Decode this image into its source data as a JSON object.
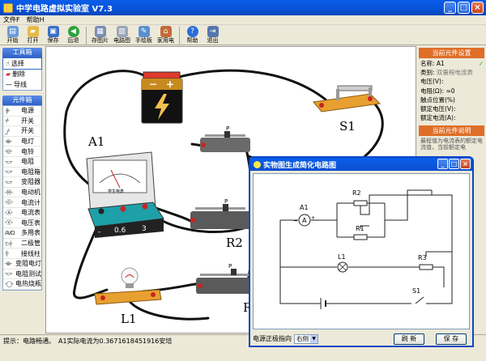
{
  "window": {
    "title": "中学电路虚拟实验室 V7.3",
    "min": "_",
    "max": "□",
    "close": "×"
  },
  "menu": [
    "文件F",
    "帮助H"
  ],
  "toolbar": [
    {
      "label": "开始",
      "icon": "new-file-icon",
      "color": "#6A9AD8"
    },
    {
      "label": "打开",
      "icon": "open-folder-icon",
      "color": "#E8B84A"
    },
    {
      "label": "保存",
      "icon": "save-disk-icon",
      "color": "#3B6FC8"
    },
    {
      "label": "后退",
      "icon": "back-arrow-icon",
      "color": "#2FA33F"
    },
    {
      "label": "存图片",
      "icon": "picture-icon",
      "color": "#7A8EB5"
    },
    {
      "label": "电路图",
      "icon": "circuit-diagram-icon",
      "color": "#9AA5B8"
    },
    {
      "label": "手绘板",
      "icon": "drawing-board-icon",
      "color": "#5B8FD1"
    },
    {
      "label": "家用电",
      "icon": "household-icon",
      "color": "#C46A3A"
    },
    {
      "label": "帮助",
      "icon": "help-icon",
      "color": "#2B6CD9"
    },
    {
      "label": "退出",
      "icon": "exit-icon",
      "color": "#5577AA"
    }
  ],
  "toolbox": {
    "title": "工具箱",
    "items": [
      {
        "label": "选择",
        "icon": "hand-pointer-icon"
      },
      {
        "label": "删除",
        "icon": "eraser-icon"
      },
      {
        "label": "导线",
        "icon": "wire-icon"
      }
    ]
  },
  "components": {
    "title": "元件箱",
    "items": [
      {
        "label": "电源",
        "sym": "-|I-"
      },
      {
        "label": "开关",
        "sym": "-/-"
      },
      {
        "label": "开关",
        "sym": "_/-"
      },
      {
        "label": "电灯",
        "sym": "-⊗-"
      },
      {
        "label": "电铃",
        "sym": "-◎-"
      },
      {
        "label": "电阻",
        "sym": "-▭-"
      },
      {
        "label": "电阻箱",
        "sym": "-▭-"
      },
      {
        "label": "变阻器",
        "sym": "-▭-"
      },
      {
        "label": "电动机",
        "sym": "-Ⓜ-"
      },
      {
        "label": "电流计",
        "sym": "-Ⓖ-"
      },
      {
        "label": "电流表",
        "sym": "-Ⓐ-"
      },
      {
        "label": "电压表",
        "sym": "-Ⓥ-"
      },
      {
        "label": "多用表",
        "sym": "AVΩ"
      },
      {
        "label": "二极管",
        "sym": "-▷|-"
      },
      {
        "label": "接线柱",
        "sym": "-|-"
      },
      {
        "label": "变阻电灯",
        "sym": "-⊗-"
      },
      {
        "label": "电阻测试",
        "sym": "-▭-"
      },
      {
        "label": "电热烧瓶",
        "sym": "-◯-"
      }
    ]
  },
  "canvas": {
    "labels": {
      "ammeter": "A1",
      "r2": "R2",
      "l1": "L1",
      "s1": "S1",
      "r_partial": "R",
      "p1": "P",
      "p2": "P",
      "p3": "P"
    },
    "ammeter": {
      "v1": "-",
      "v2": "0.6",
      "v3": "3",
      "brand": "学生电表"
    }
  },
  "properties": {
    "title": "当前元件设置",
    "rows": [
      {
        "label": "名称:",
        "value": "A1"
      },
      {
        "label": "类别:",
        "value": "双量程电流表"
      },
      {
        "label": "电压(V):",
        "value": ""
      },
      {
        "label": "电阻(Ω):",
        "value": "≈0"
      },
      {
        "label": "触点位置(%)",
        "value": ""
      },
      {
        "label": "额定电压(V):",
        "value": ""
      },
      {
        "label": "额定电流(A):",
        "value": ""
      }
    ],
    "desc_title": "当前元件说明",
    "desc": "最程值为电流表的额定电流值，当前额定电"
  },
  "status": {
    "hint": "提示：电路畅通。",
    "message": "A1实际电流为0.3671618451916安培"
  },
  "dialog": {
    "title": "实物图生成简化电路图",
    "labels": {
      "a1": "A1",
      "r2": "R2",
      "r1": "R1",
      "l1": "L1",
      "r3": "R3",
      "s1": "S1"
    },
    "pos_dir_label": "电源正极指向",
    "pos_dir_value": "右侧",
    "refresh": "刷 新",
    "save": "保 存"
  }
}
